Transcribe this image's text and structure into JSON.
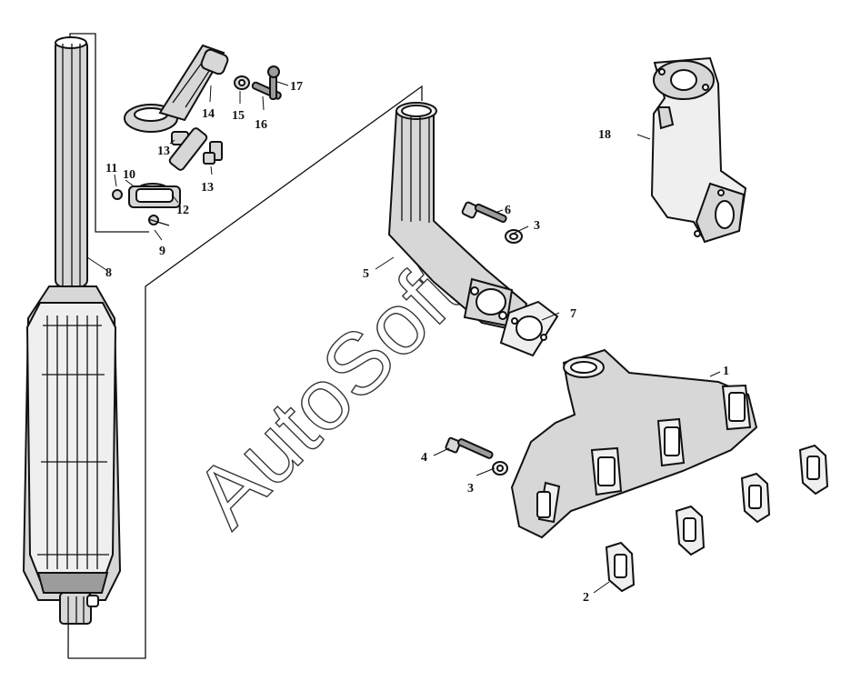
{
  "diagram": {
    "header_tiny": "",
    "watermark": "AutoSoft",
    "callouts": [
      {
        "id": "c1",
        "label": "1"
      },
      {
        "id": "c2",
        "label": "2"
      },
      {
        "id": "c3a",
        "label": "3"
      },
      {
        "id": "c3b",
        "label": "3"
      },
      {
        "id": "c4",
        "label": "4"
      },
      {
        "id": "c5",
        "label": "5"
      },
      {
        "id": "c6",
        "label": "6"
      },
      {
        "id": "c7",
        "label": "7"
      },
      {
        "id": "c8",
        "label": "8"
      },
      {
        "id": "c9",
        "label": "9"
      },
      {
        "id": "c10",
        "label": "10"
      },
      {
        "id": "c11",
        "label": "11"
      },
      {
        "id": "c12",
        "label": "12"
      },
      {
        "id": "c13a",
        "label": "13"
      },
      {
        "id": "c13b",
        "label": "13"
      },
      {
        "id": "c14",
        "label": "14"
      },
      {
        "id": "c15",
        "label": "15"
      },
      {
        "id": "c16",
        "label": "16"
      },
      {
        "id": "c17",
        "label": "17"
      },
      {
        "id": "c18",
        "label": "18"
      }
    ]
  }
}
